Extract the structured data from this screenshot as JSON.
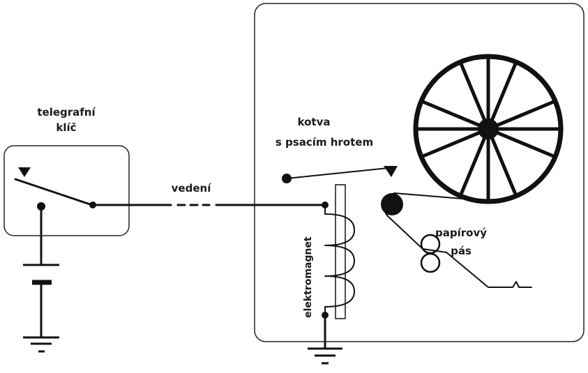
{
  "labels": {
    "key_line1": "telegrafní",
    "key_line2": "klíč",
    "line": "vedení",
    "armature_line1": "kotva",
    "armature_line2": "s psacím hrotem",
    "tape_line1": "papírový",
    "tape_line2": "pás",
    "electromagnet": "elektromagnet"
  }
}
